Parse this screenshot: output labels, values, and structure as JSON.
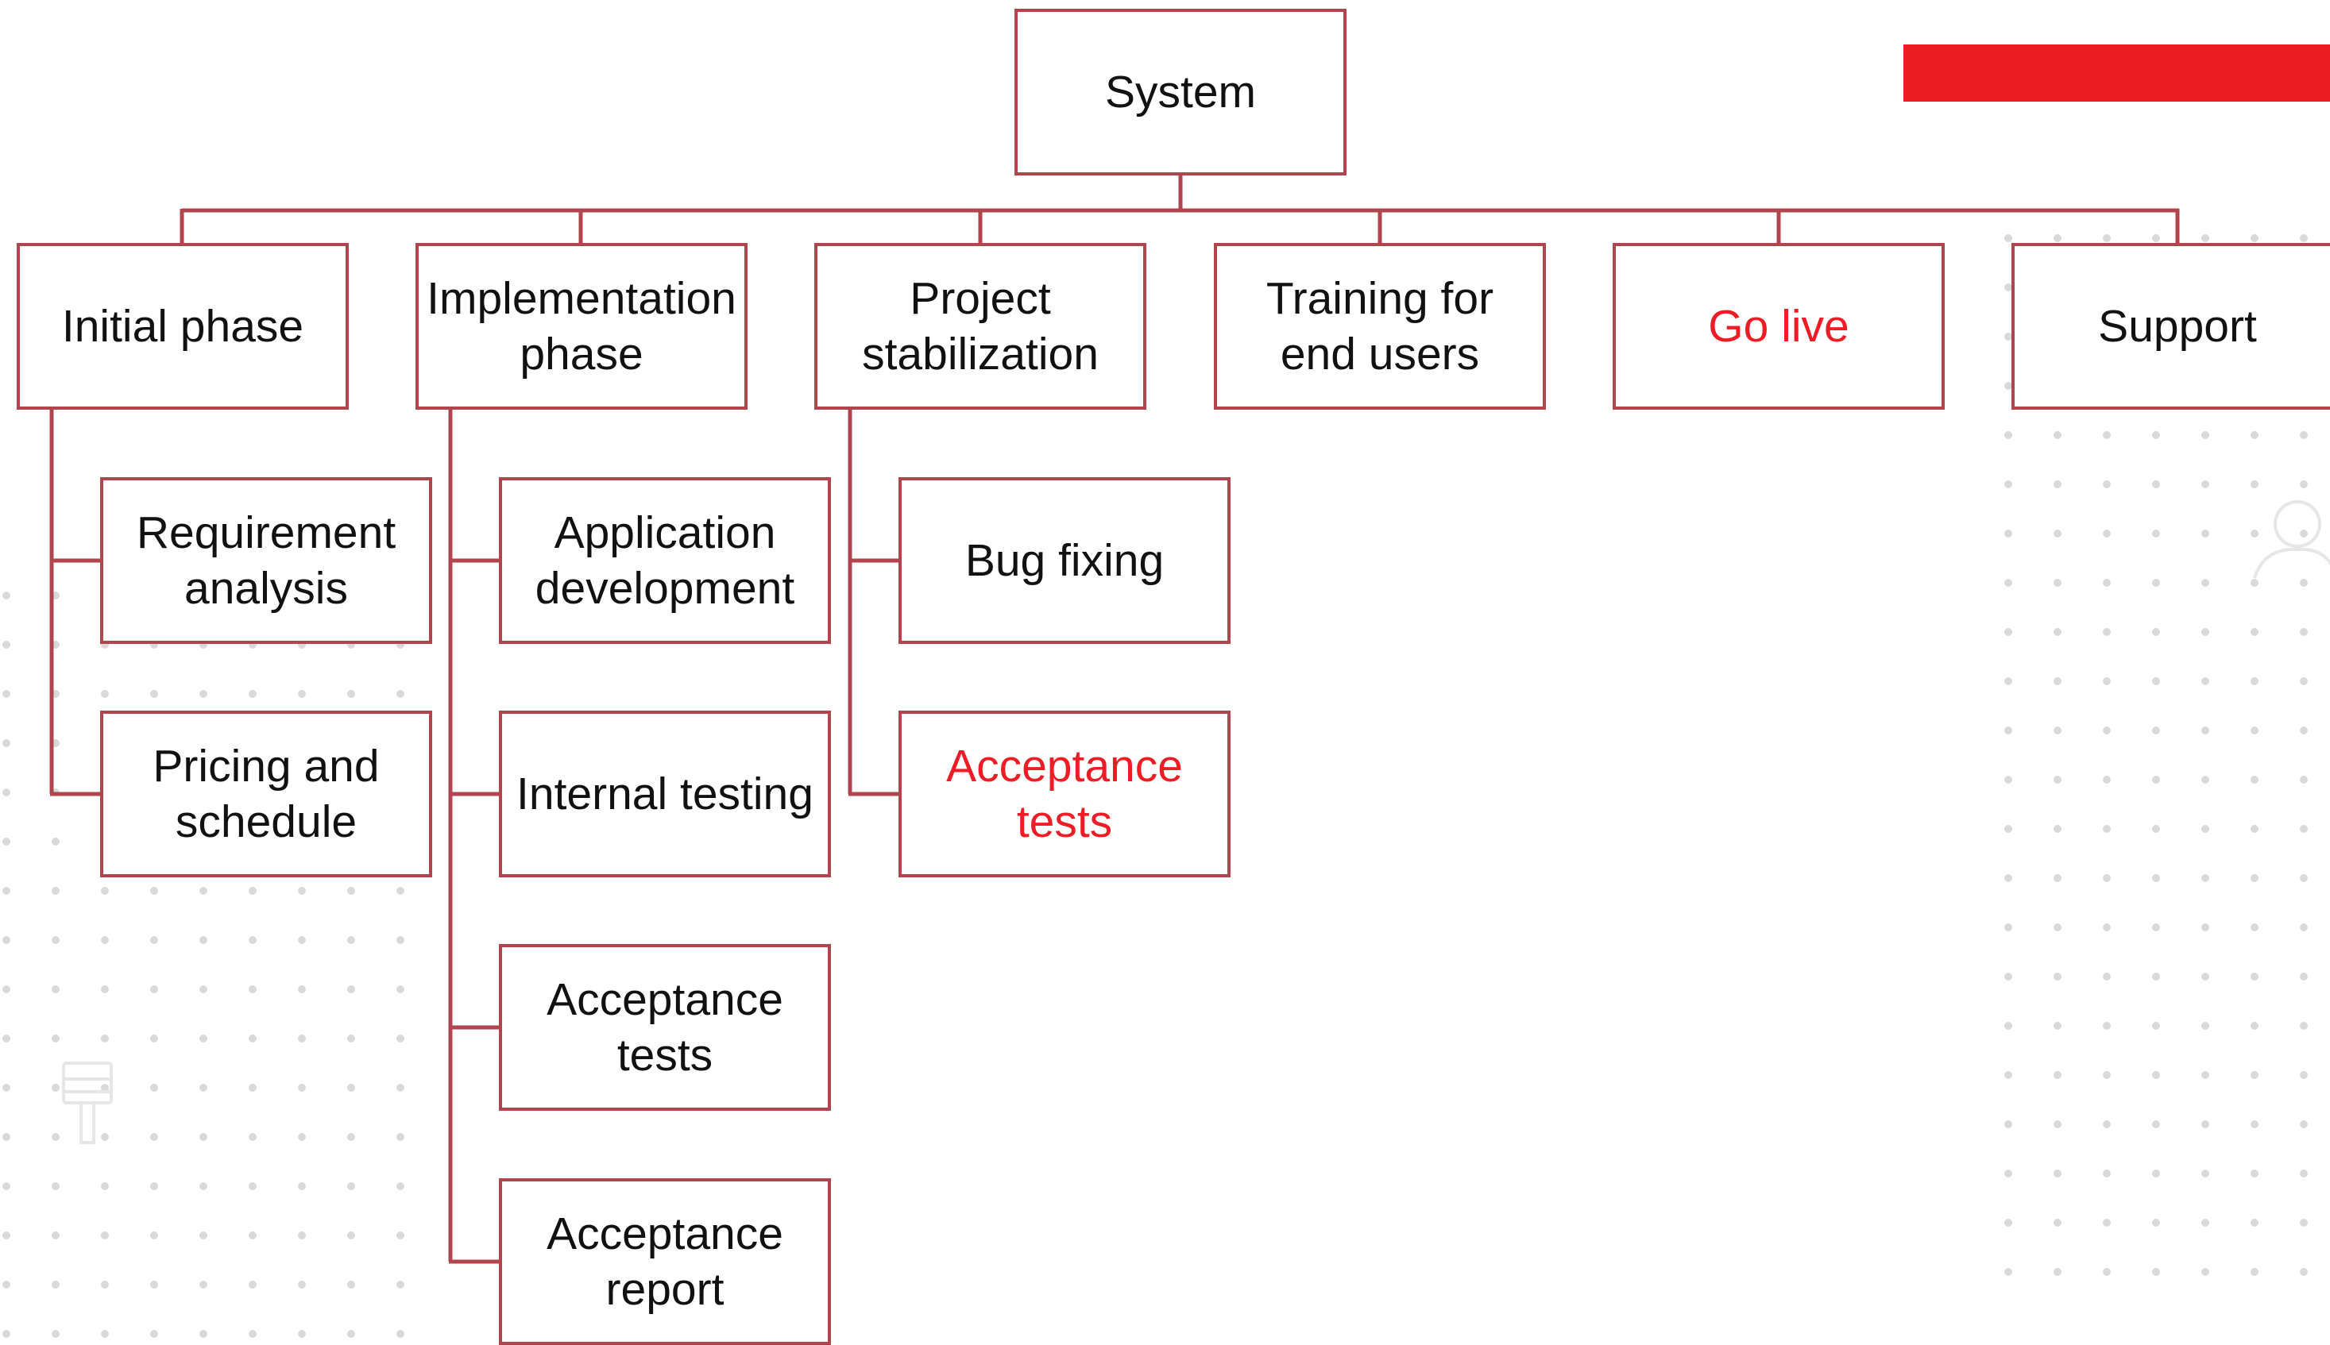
{
  "colors": {
    "border": "#b0454d",
    "line": "#b0454d",
    "text": "#111111",
    "highlight": "#ee1c25",
    "accent_bar": "#ee1c25",
    "dots": "#d9d9d9"
  },
  "root": {
    "label": "System"
  },
  "phases": [
    {
      "label": "Initial phase",
      "highlight": false
    },
    {
      "label": "Implementation phase",
      "label_display": "Implementatio\nn phase",
      "highlight": false
    },
    {
      "label": "Project stabilization",
      "label_display": "Project\nstabilization",
      "highlight": false
    },
    {
      "label": "Training for end users",
      "label_display": "Training for\nend users",
      "highlight": false
    },
    {
      "label": "Go live",
      "highlight": true
    },
    {
      "label": "Support",
      "highlight": false
    }
  ],
  "subtasks": {
    "initial_phase": [
      {
        "label": "Requirement analysis",
        "label_display": "Requirement\nanalysis",
        "highlight": false
      },
      {
        "label": "Pricing and schedule",
        "label_display": "Pricing and\nschedule",
        "highlight": false
      }
    ],
    "implementation_phase": [
      {
        "label": "Application development",
        "label_display": "Application\ndevelopment",
        "highlight": false
      },
      {
        "label": "Internal testing",
        "highlight": false
      },
      {
        "label": "Acceptance tests",
        "label_display": "Acceptance\ntests",
        "highlight": false
      },
      {
        "label": "Acceptance report",
        "label_display": "Acceptance\nreport",
        "highlight": false
      }
    ],
    "project_stabilization": [
      {
        "label": "Bug fixing",
        "highlight": false
      },
      {
        "label": "Acceptance tests",
        "label_display": "Acceptance\ntests",
        "highlight": true
      }
    ]
  },
  "decorations": [
    "dot-pattern",
    "accent-bar",
    "person-icon",
    "brush-icon"
  ]
}
